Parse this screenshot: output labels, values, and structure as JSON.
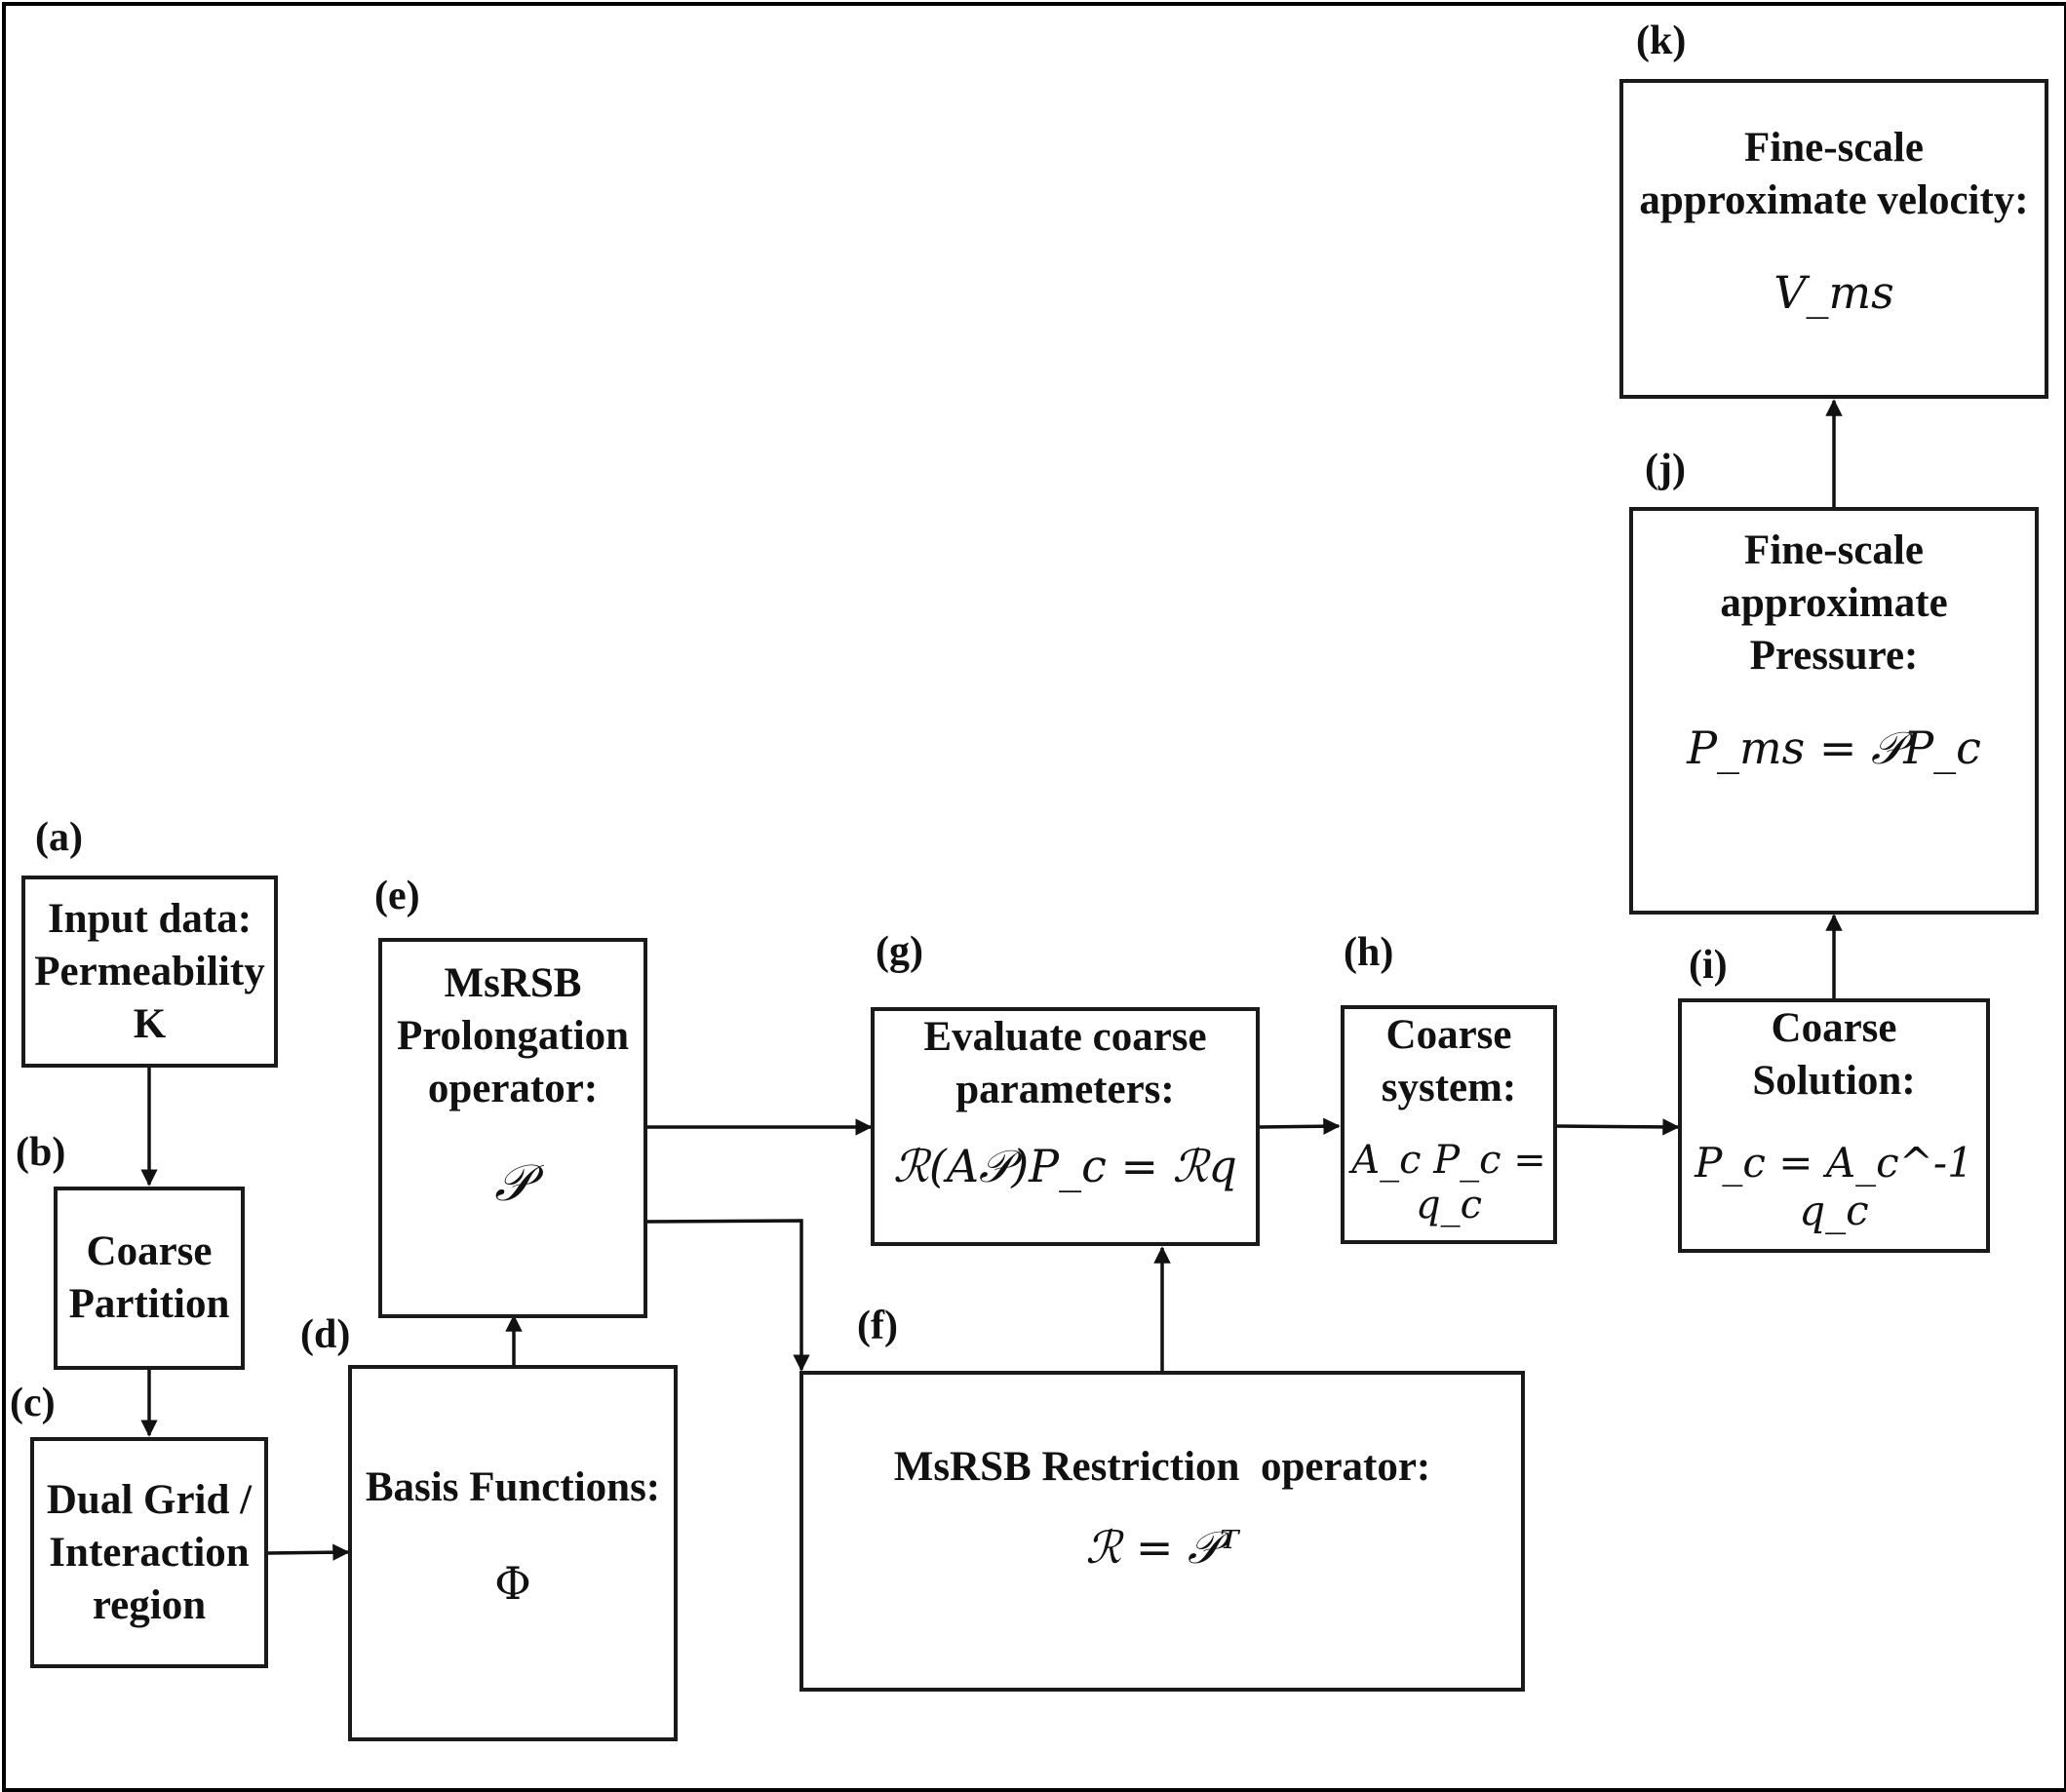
{
  "nodes": {
    "a": {
      "tag": "(a)",
      "title": "Input data: Permeability K",
      "formula": ""
    },
    "b": {
      "tag": "(b)",
      "title": "Coarse Partition",
      "formula": ""
    },
    "c": {
      "tag": "(c)",
      "title": "Dual Grid / Interaction region",
      "formula": ""
    },
    "d": {
      "tag": "(d)",
      "title": "Basis Functions:",
      "formula": "Φ"
    },
    "e": {
      "tag": "(e)",
      "title": "MsRSB Prolongation operator:",
      "formula": "𝒫"
    },
    "f": {
      "tag": "(f)",
      "title": "MsRSB Restriction  operator:",
      "formula": "ℛ = 𝒫ᵀ"
    },
    "g": {
      "tag": "(g)",
      "title": "Evaluate coarse parameters:",
      "formula": "ℛ(A𝒫)P_c = ℛq"
    },
    "h": {
      "tag": "(h)",
      "title": "Coarse system:",
      "formula": "A_c P_c = q_c"
    },
    "i": {
      "tag": "(i)",
      "title": "Coarse Solution:",
      "formula": "P_c = A_c^-1 q_c"
    },
    "j": {
      "tag": "(j)",
      "title": "Fine-scale approximate Pressure:",
      "formula": "P_ms = 𝒫P_c"
    },
    "k": {
      "tag": "(k)",
      "title": "Fine-scale approximate velocity:",
      "formula": "V_ms"
    }
  },
  "edges": [
    {
      "from": "a",
      "to": "b"
    },
    {
      "from": "b",
      "to": "c"
    },
    {
      "from": "c",
      "to": "d"
    },
    {
      "from": "d",
      "to": "e"
    },
    {
      "from": "e",
      "to": "g"
    },
    {
      "from": "e",
      "to": "f"
    },
    {
      "from": "f",
      "to": "g"
    },
    {
      "from": "g",
      "to": "h"
    },
    {
      "from": "h",
      "to": "i"
    },
    {
      "from": "i",
      "to": "j"
    },
    {
      "from": "j",
      "to": "k"
    }
  ]
}
